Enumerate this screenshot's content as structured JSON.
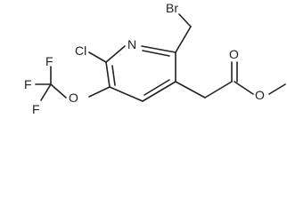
{
  "molecule": {
    "atoms": {
      "br": "Br",
      "n": "N",
      "cl": "Cl",
      "f1": "F",
      "f2": "F",
      "f3": "F",
      "o_ether": "O",
      "o_carbonyl": "O",
      "o_ester": "O"
    }
  },
  "colors": {
    "bond": "#222222",
    "label": "#222222",
    "background": "#ffffff"
  }
}
